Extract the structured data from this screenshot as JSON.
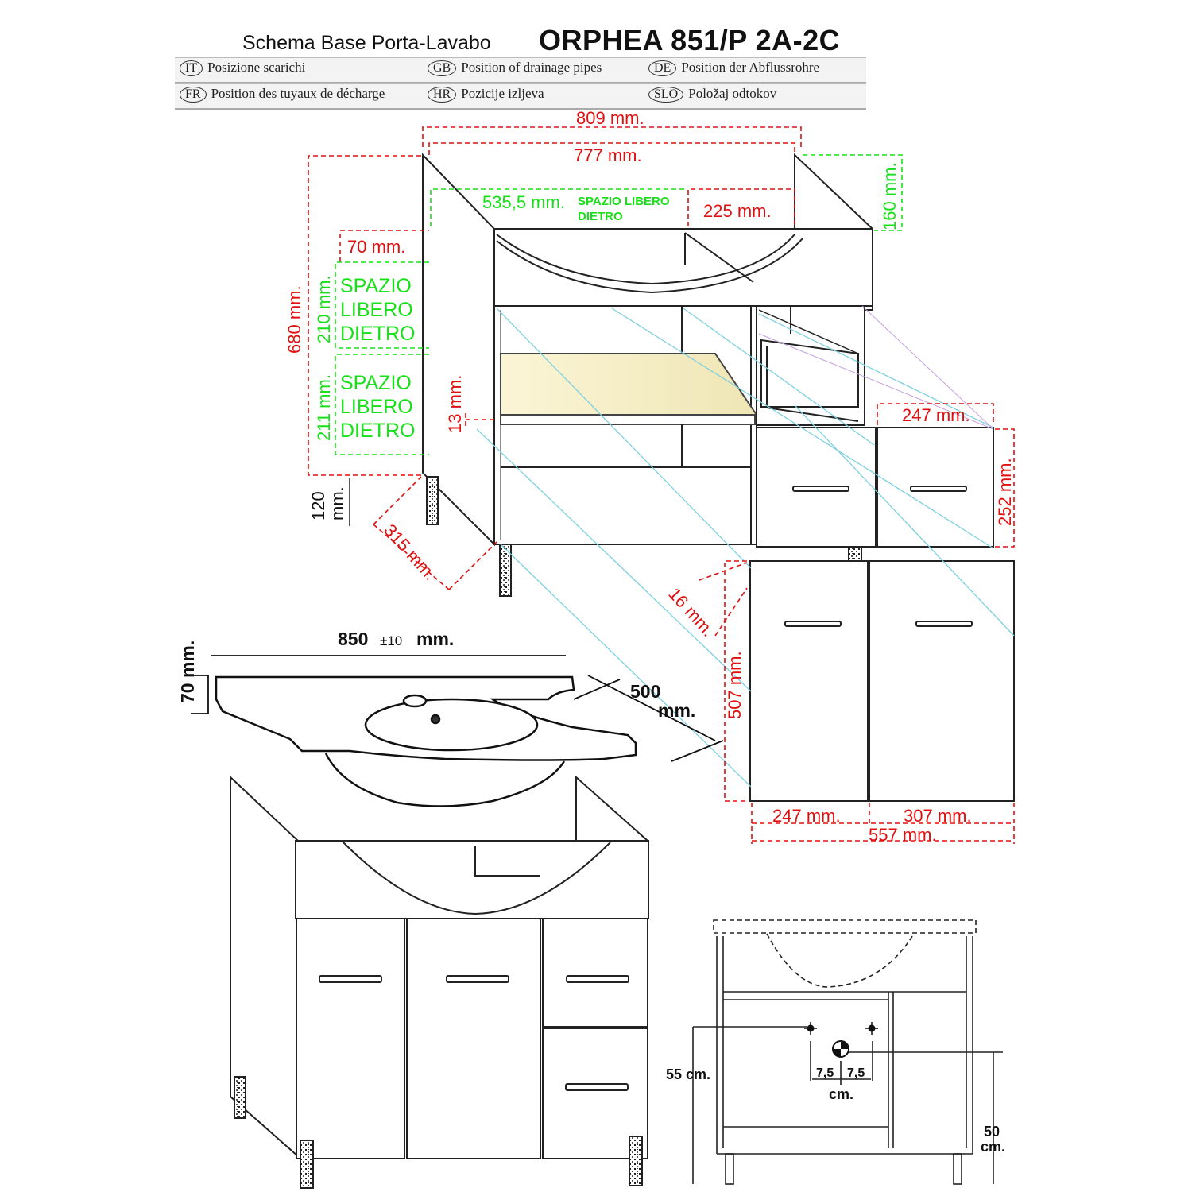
{
  "header": {
    "subtitle": "Schema Base Porta-Lavabo",
    "title": "ORPHEA 851/P  2A-2C",
    "languages": [
      {
        "code": "IT",
        "text": "Posizione scarichi"
      },
      {
        "code": "GB",
        "text": "Position of drainage pipes"
      },
      {
        "code": "DE",
        "text": "Position der Abflussrohre"
      },
      {
        "code": "FR",
        "text": "Position des tuyaux de décharge"
      },
      {
        "code": "HR",
        "text": "Pozicije izljeva"
      },
      {
        "code": "SLO",
        "text": "Položaj odtokov"
      }
    ]
  },
  "dimensions": {
    "outer_width": "809 mm.",
    "inner_width": "777 mm.",
    "free_space_width": "535,5 mm.",
    "free_space_label": "SPAZIO LIBERO",
    "free_space_label2": "DIETRO",
    "right_width": "225 mm.",
    "top_height": "160 mm.",
    "total_height": "680 mm.",
    "offset_70": "70 mm.",
    "gap_210": "210 mm.",
    "gap_211": "211 mm.",
    "spazio": "SPAZIO",
    "libero": "LIBERO",
    "dietro": "DIETRO",
    "shelf": "13 mm.",
    "leg_height_1": "120",
    "leg_height_2": "mm.",
    "depth_315": "315 mm.",
    "drawer_width": "247 mm.",
    "drawer_height": "252 mm.",
    "gap_16": "16 mm.",
    "door_height": "507 mm.",
    "door_left": "247 mm.",
    "door_right": "307 mm.",
    "door_total": "557 mm."
  },
  "basin": {
    "width_value": "850",
    "width_tol": "±10",
    "width_unit": "mm.",
    "height": "70 mm.",
    "depth_1": "500",
    "depth_2": "mm."
  },
  "drain": {
    "height_55": "55 cm.",
    "offset_left": "7,5",
    "offset_right": "7,5",
    "offset_unit": "cm.",
    "height_50a": "50",
    "height_50b": "cm."
  },
  "colors": {
    "dimension_red": "#e01010",
    "space_green": "#18e018",
    "shelf_fill": "#f6f0c8",
    "projection_cyan": "#7fd0e0"
  }
}
